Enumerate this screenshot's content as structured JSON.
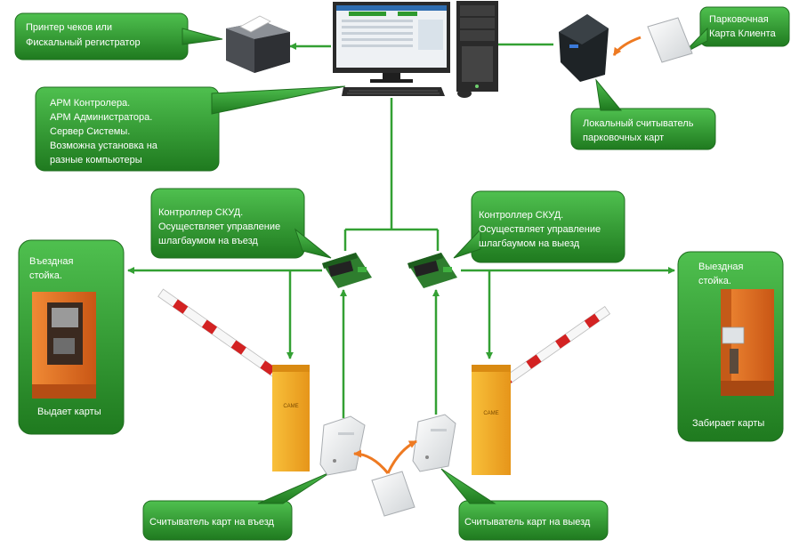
{
  "callouts": {
    "printer": [
      "Принтер чеков  или",
      "Фискальный регистратор"
    ],
    "arm": [
      "АРМ Контролера.",
      "АРМ Администратора.",
      "Сервер  Системы.",
      "Возможна установка на",
      "разные компьютеры"
    ],
    "parking_card": [
      "Парковочная",
      "Карта Клиента"
    ],
    "local_reader": [
      "Локальный считыватель",
      "парковочных карт"
    ],
    "controller_entry": [
      "Контроллер СКУД.",
      "Осуществляет управление",
      "шлагбаумом на въезд"
    ],
    "controller_exit": [
      "Контроллер СКУД.",
      "Осуществляет управление",
      "шлагбаумом на выезд"
    ],
    "entry_stand": [
      "Въездная",
      "стойка."
    ],
    "entry_stand_caption": "Выдает карты",
    "exit_stand": [
      "Выездная",
      "стойка."
    ],
    "exit_stand_caption": "Забирает карты",
    "reader_entry": "Считыватель карт на въезд",
    "reader_exit": "Считыватель карт на выезд"
  },
  "barrier_brand": "CAME",
  "colors": {
    "callout_green": "#2e9a2e",
    "connector_green": "#33a033",
    "accent_orange": "#ee7a22",
    "barrier_yellow": "#f2a81e",
    "stand_orange": "#e0681c"
  },
  "icons": [
    "printer-icon",
    "computer-icon",
    "monitor-icon",
    "keyboard-icon",
    "mouse-icon",
    "card-reader-icon",
    "card-icon",
    "controller-board-icon",
    "barrier-icon",
    "stand-icon"
  ]
}
